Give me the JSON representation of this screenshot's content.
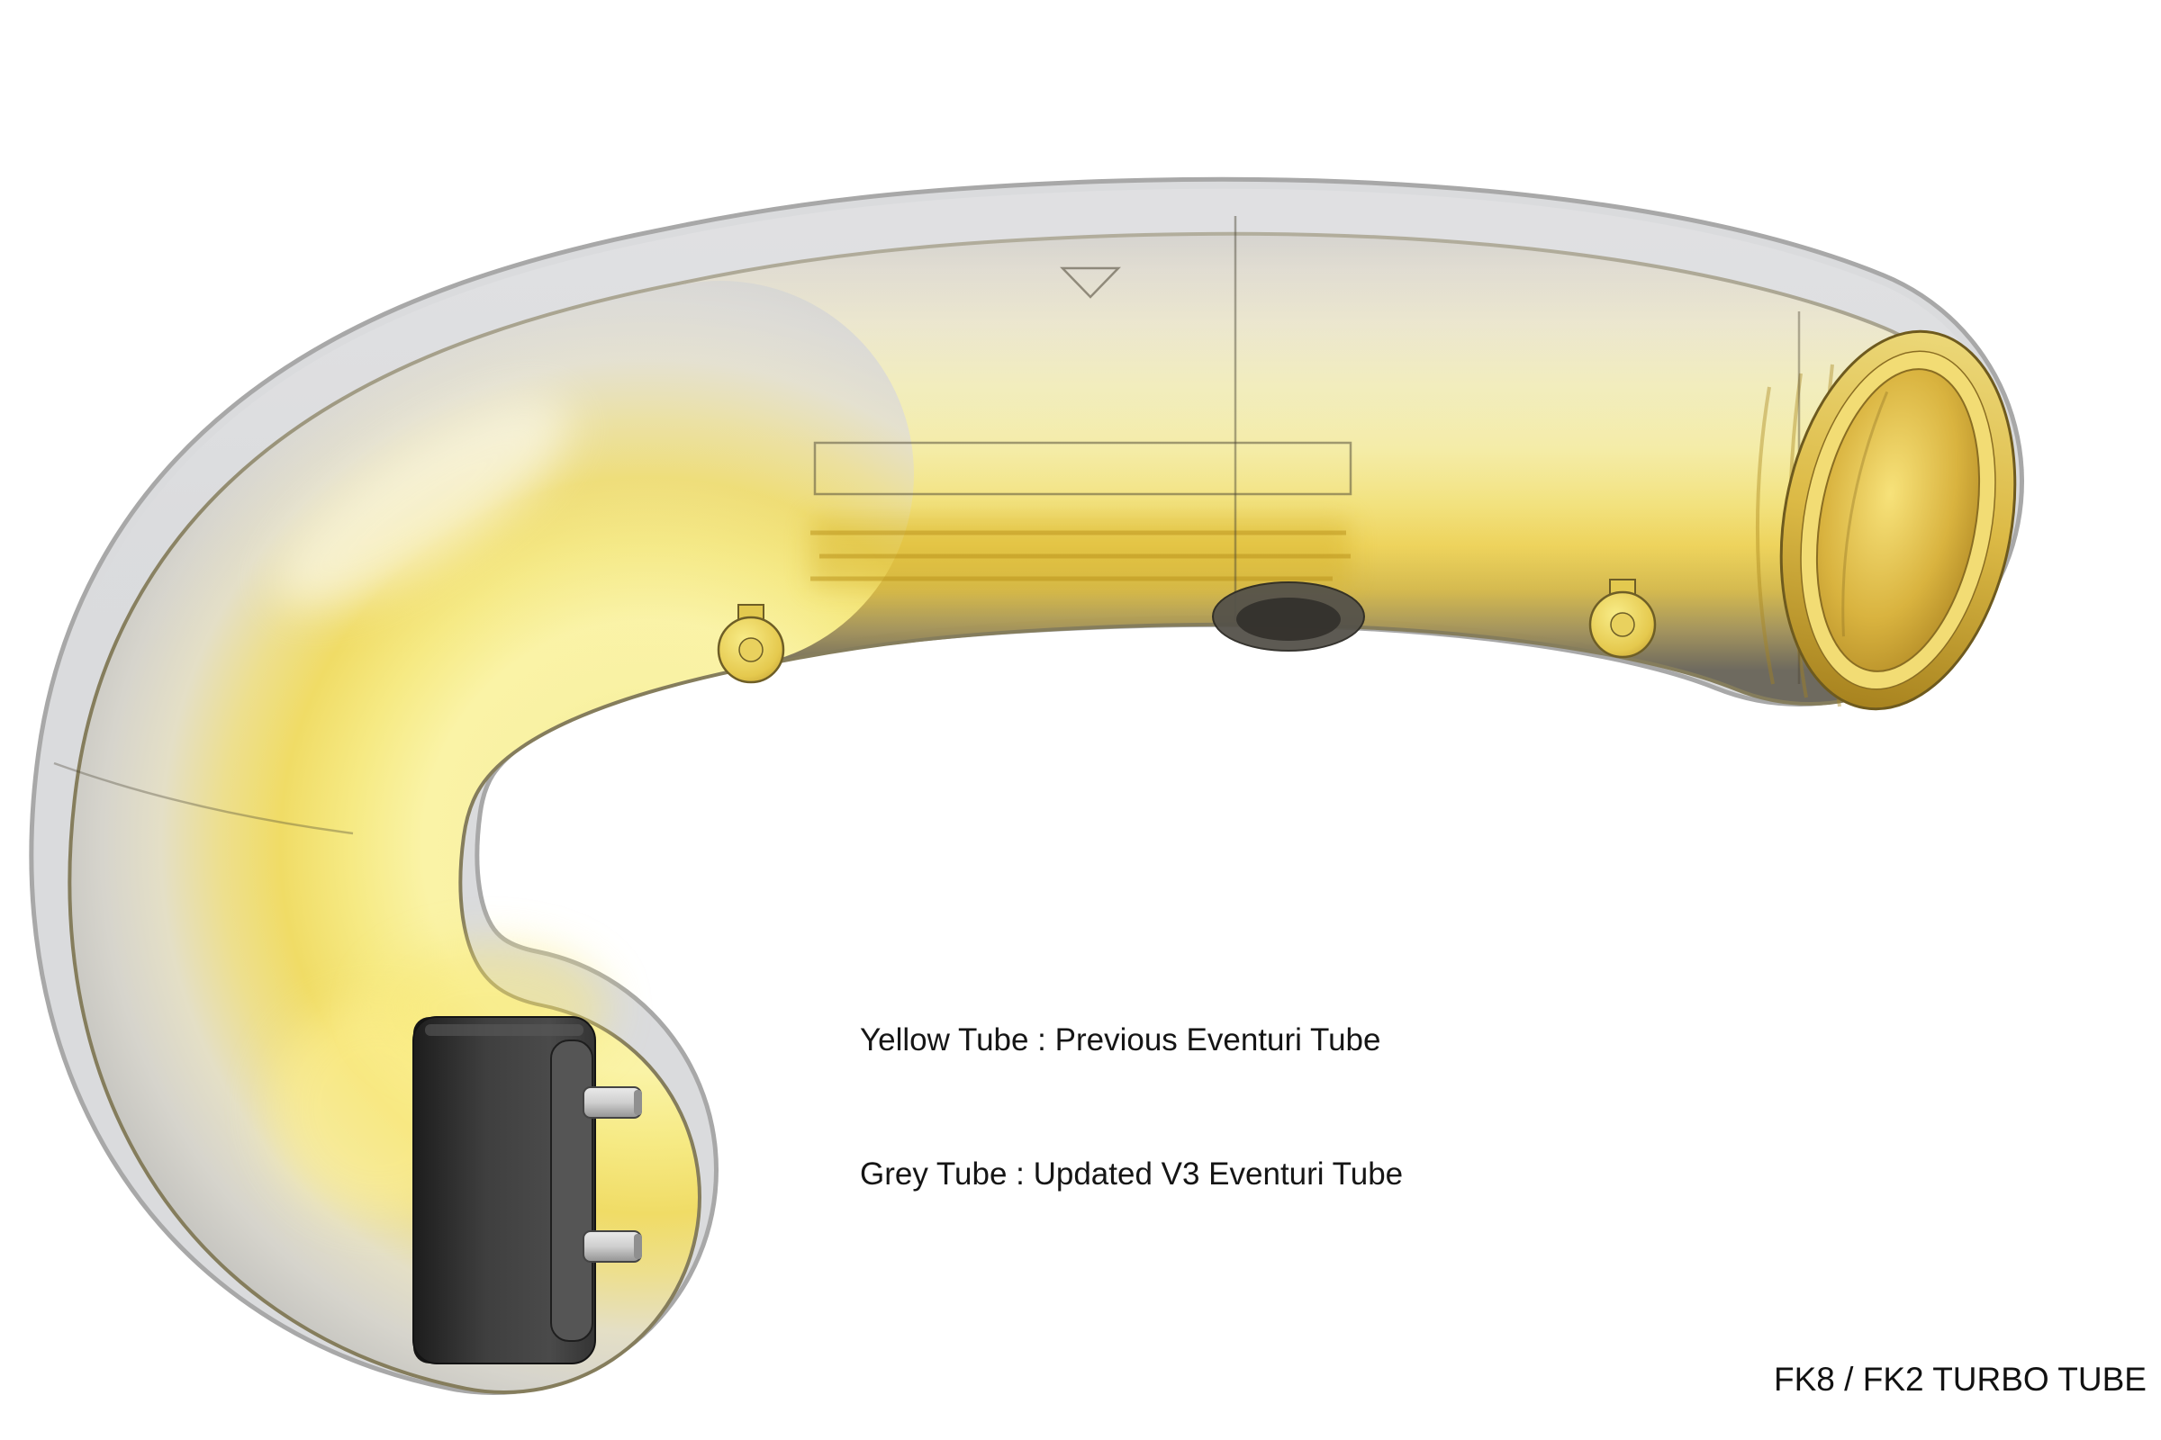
{
  "annotation": {
    "line1": "Yellow Tube : Previous Eventuri Tube",
    "line2": "Grey Tube : Updated V3 Eventuri Tube"
  },
  "caption": "FK8 / FK2 TURBO TUBE",
  "parts": {
    "yellow_tube": {
      "label": "Previous Eventuri Tube",
      "color": "#F4E87C"
    },
    "grey_tube": {
      "label": "Updated V3 Eventuri Tube",
      "color": "#D9DADC"
    },
    "inlet_flange": {
      "color": "#3A3A3A"
    },
    "outlet_opening": {
      "color": "#D9B33F"
    },
    "background": "#FFFFFF"
  }
}
